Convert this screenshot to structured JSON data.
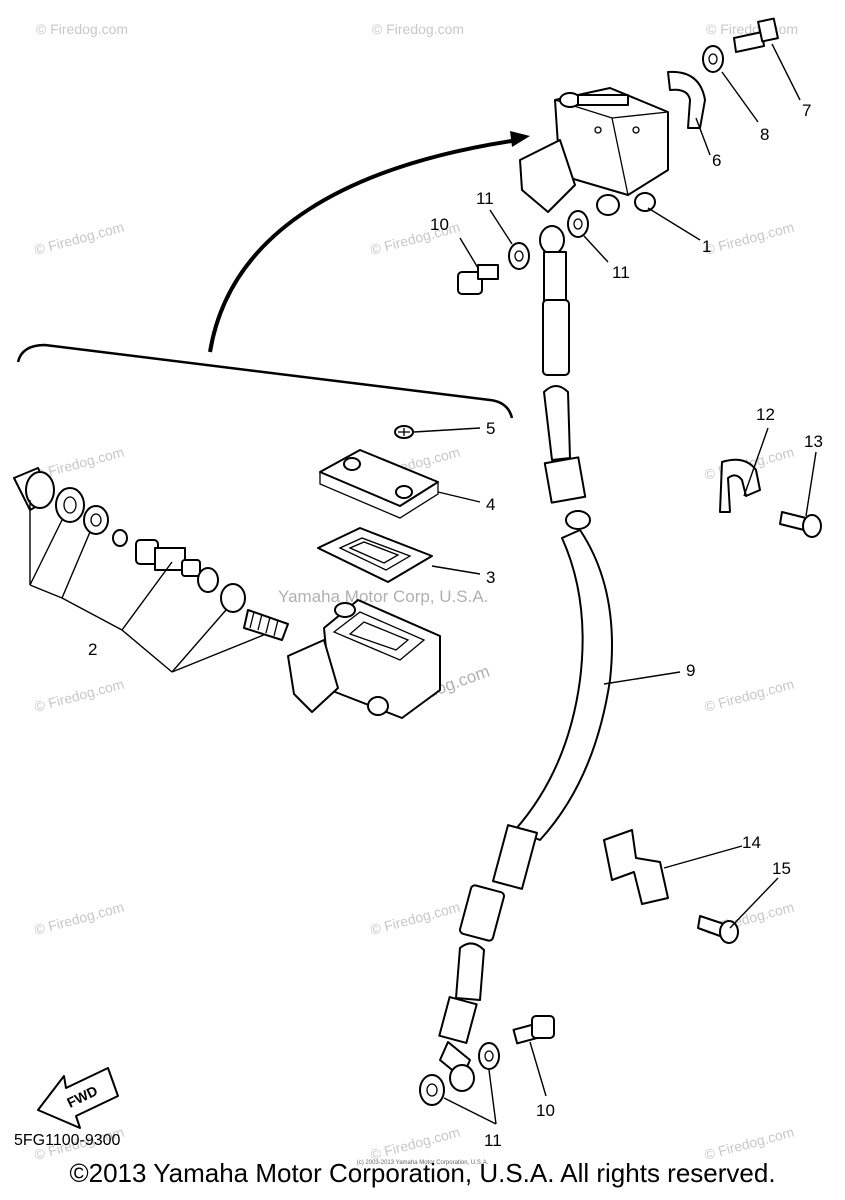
{
  "watermark": "© Firedog.com",
  "watermark_main": "Yamaha Motor Corp, U.S.A.",
  "watermark_firedog": "Firedog.com",
  "fwd_label": "FWD",
  "diagram_code": "5FG1100-9300",
  "copyright": "©2013 Yamaha Motor Corporation, U.S.A. All rights reserved.",
  "copyright_small": "(c) 2003-2013 Yamaha Motor Corporation, U.S.A.",
  "callouts": [
    "1",
    "2",
    "3",
    "4",
    "5",
    "6",
    "7",
    "8",
    "9",
    "10",
    "11",
    "11",
    "12",
    "13",
    "14",
    "15",
    "10",
    "11"
  ]
}
